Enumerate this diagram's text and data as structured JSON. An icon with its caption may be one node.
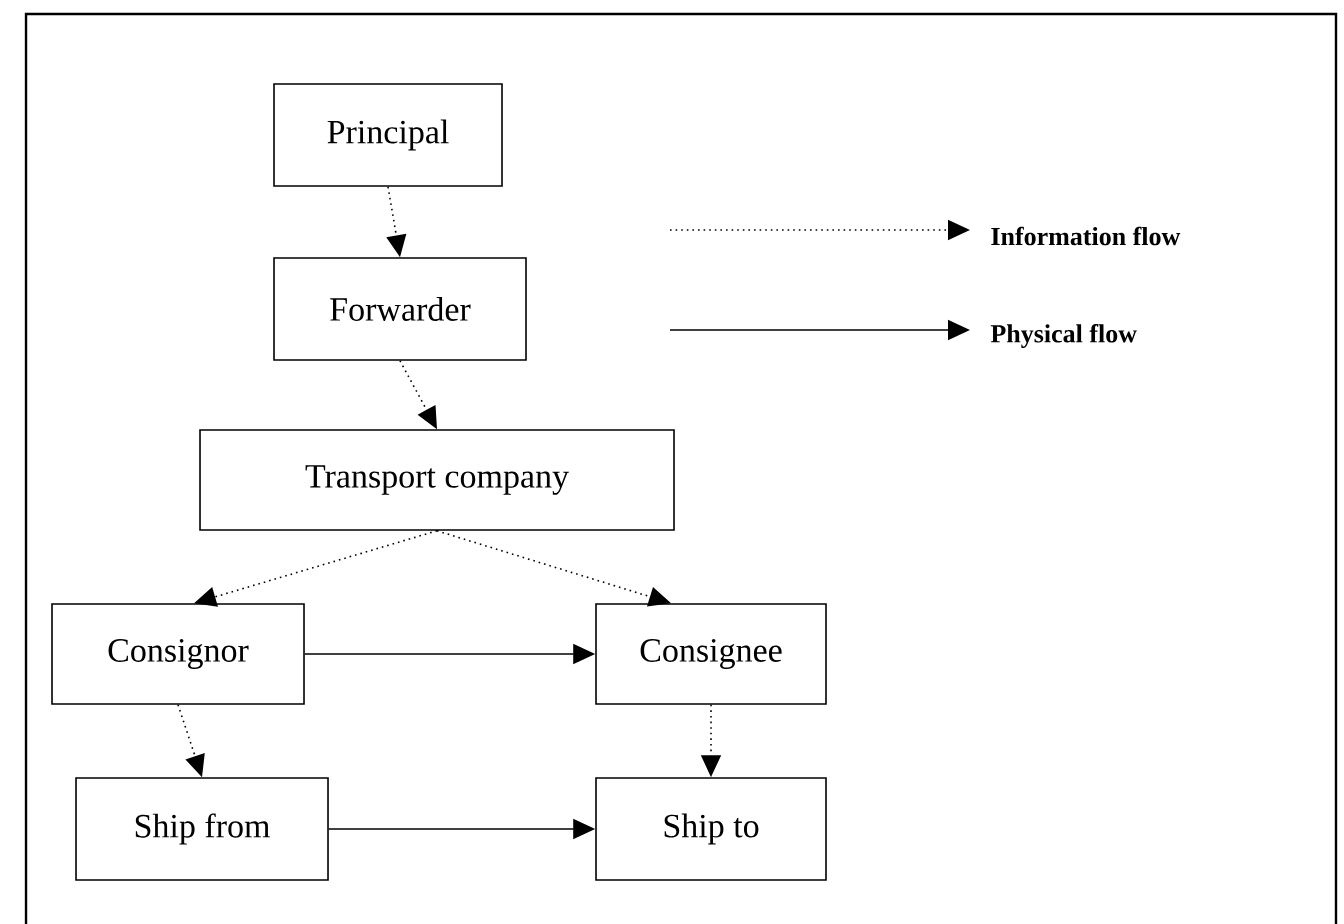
{
  "diagram": {
    "nodes": [
      {
        "text": [
          "Principal"
        ]
      },
      {
        "text": [
          "Forwarder"
        ]
      },
      {
        "text": [
          "Transport company"
        ]
      },
      {
        "text": [
          "Consignor"
        ]
      },
      {
        "text": [
          "Consignee"
        ]
      },
      {
        "text": [
          "Ship from"
        ]
      },
      {
        "text": [
          "Ship to"
        ]
      }
    ],
    "edges": [
      {
        "from": 0,
        "to": 1,
        "arrow": "to",
        "style": "dashed"
      },
      {
        "from": 1,
        "to": 2,
        "arrow": "to",
        "style": "dashed"
      },
      {
        "from": 2,
        "to": 3,
        "arrow": "to",
        "style": "dashed"
      },
      {
        "from": 2,
        "to": 4,
        "arrow": "to",
        "style": "dashed"
      },
      {
        "from": 3,
        "to": 4,
        "arrow": "to"
      },
      {
        "from": 3,
        "to": 5,
        "arrow": "to",
        "style": "dashed"
      },
      {
        "from": 4,
        "to": 6,
        "arrow": "to",
        "style": "dashed"
      },
      {
        "from": 5,
        "to": 6,
        "arrow": "to"
      }
    ],
    "legend": [
      {
        "text": "Information flow"
      },
      {
        "text": "Physical flow"
      }
    ]
  }
}
